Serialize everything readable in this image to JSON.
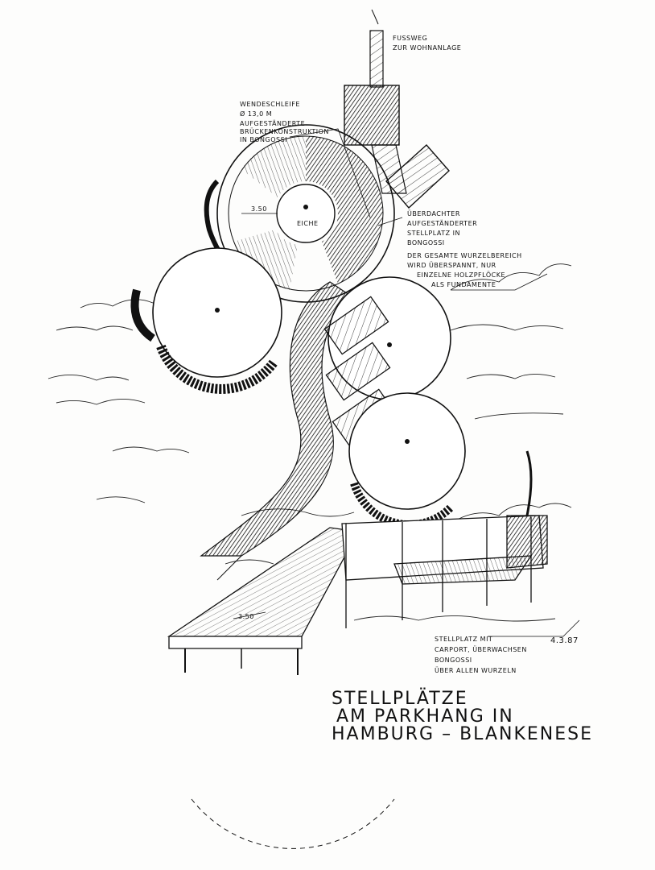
{
  "annotations": {
    "footpath": [
      "FUSSWEG",
      "ZUR WOHNANLAGE"
    ],
    "turning_loop": [
      "WENDESCHLEIFE",
      "Ø 13,0 M",
      "AUFGESTÄNDERTE",
      "BRÜCKENKONSTRUKTION",
      "IN BONGOSSI"
    ],
    "covered_parking": [
      "ÜBERDACHTER",
      "AUFGESTÄNDERTER",
      "STELLPLATZ IN",
      "BONGOSSI"
    ],
    "root_area": [
      "DER GESAMTE WURZELBEREICH",
      "WIRD ÜBERSPANNT, NUR",
      "EINZELNE HOLZPFLÖCKE",
      "ALS FUNDAMENTE"
    ],
    "carport": [
      "STELLPLATZ MIT",
      "CARPORT, ÜBERWACHSEN",
      "BONGOSSI",
      "ÜBER ALLEN WURZELN"
    ],
    "tree_label": "EICHE",
    "dim_loop": "3.50",
    "dim_ramp": "3.50",
    "date": "4.3.87"
  },
  "title": [
    "STELLPLÄTZE",
    "AM PARKHANG IN",
    "HAMBURG – BLANKENESE"
  ],
  "colors": {
    "ink": "#111111",
    "paper": "#fdfdfc"
  }
}
